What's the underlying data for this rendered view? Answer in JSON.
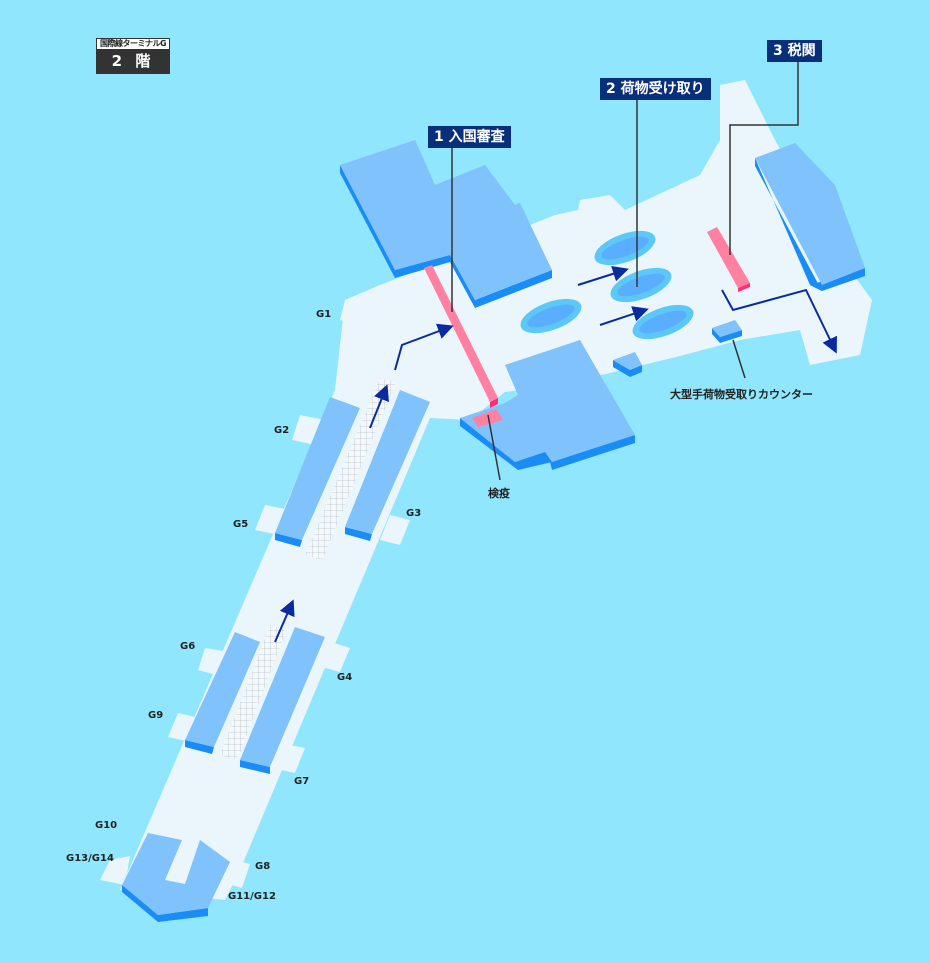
{
  "floor_badge": {
    "terminal": "国際線ターミナルG",
    "floor": "2 階"
  },
  "callouts": [
    {
      "label": "1 入国審査"
    },
    {
      "label": "2 荷物受け取り"
    },
    {
      "label": "3 税関"
    }
  ],
  "labels": {
    "quarantine": "検疫",
    "oversize_baggage": "大型手荷物受取りカウンター"
  },
  "gates": [
    "G1",
    "G2",
    "G3",
    "G4",
    "G5",
    "G6",
    "G7",
    "G8",
    "G9",
    "G10",
    "G11/G12",
    "G13/G14"
  ],
  "colors": {
    "water": "#90e6fc",
    "floor": "#eaf6fb",
    "block": "#80c2fb",
    "block_side": "#1a8cf5",
    "counter": "#ff80a0",
    "route": "#0a2ba0",
    "callout": "#0a2f7a"
  }
}
